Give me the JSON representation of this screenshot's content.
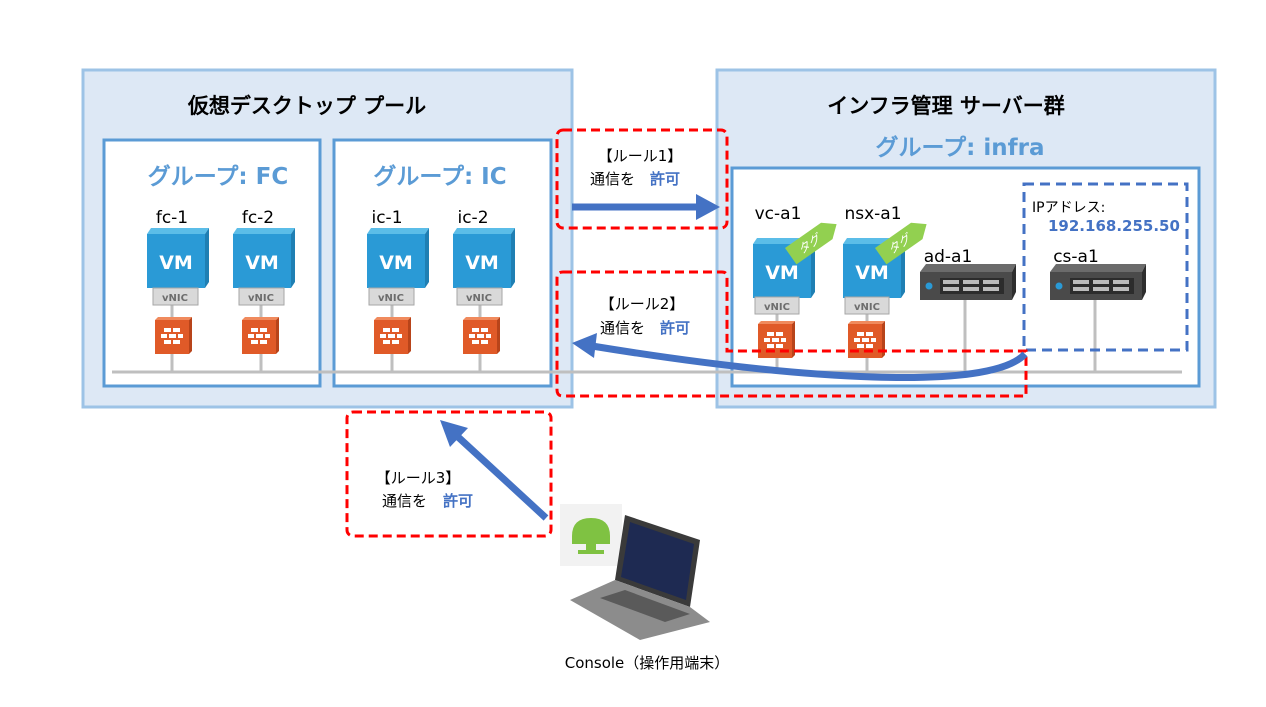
{
  "left_pool": {
    "title": "仮想デスクトップ プール",
    "groups": [
      {
        "label": "グループ: FC",
        "hosts": [
          "fc-1",
          "fc-2"
        ]
      },
      {
        "label": "グループ: IC",
        "hosts": [
          "ic-1",
          "ic-2"
        ]
      }
    ]
  },
  "right_pool": {
    "title": "インフラ管理 サーバー群",
    "group_label": "グループ: infra",
    "vms": [
      "vc-a1",
      "nsx-a1"
    ],
    "servers": [
      "ad-a1",
      "cs-a1"
    ],
    "tag_label": "タグ",
    "ip_label": "IPアドレス:",
    "ip_value": "192.168.255.50"
  },
  "vm_label": "VM",
  "vnic_label": "vNIC",
  "rules": [
    {
      "title": "【ルール1】",
      "text": "通信を",
      "action": "許可"
    },
    {
      "title": "【ルール2】",
      "text": "通信を",
      "action": "許可"
    },
    {
      "title": "【ルール3】",
      "text": "通信を",
      "action": "許可"
    }
  ],
  "console_label": "Console（操作用端末）",
  "colors": {
    "accent": "#5b9bd5",
    "arrow": "#4472c4",
    "rule_border": "#ff0000",
    "pool_fill": "#dde8f5",
    "vm": "#2a9ad6",
    "firewall": "#e05a28",
    "tag": "#92d050"
  }
}
